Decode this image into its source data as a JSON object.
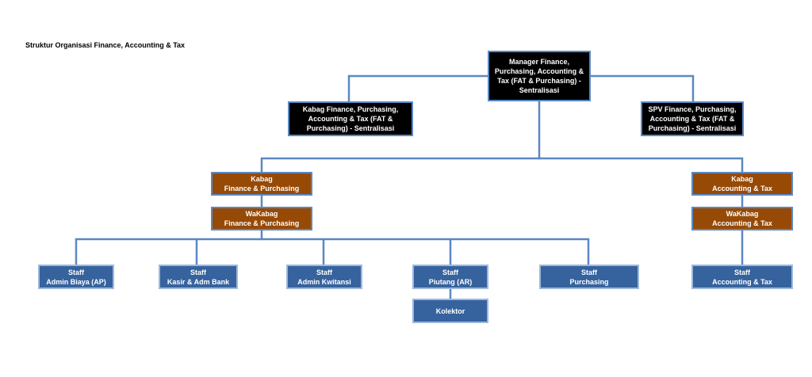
{
  "title": "Struktur Organisasi Finance, Accounting & Tax",
  "colors": {
    "connector": "#5b88c4",
    "executive": "#000000",
    "head": "#974a06",
    "staff": "#36639e"
  },
  "nodes": {
    "manager": [
      "Manager Finance,",
      "Purchasing, Accounting &",
      "Tax (FAT & Purchasing) -",
      "Sentralisasi"
    ],
    "kabag_fat": [
      "Kabag Finance, Purchasing,",
      "Accounting & Tax (FAT &",
      "Purchasing) - Sentralisasi"
    ],
    "spv_fat": [
      "SPV Finance, Purchasing,",
      "Accounting & Tax (FAT &",
      "Purchasing) - Sentralisasi"
    ],
    "kabag_fp": [
      "Kabag",
      "Finance & Purchasing"
    ],
    "wakabag_fp": [
      "WaKabag",
      "Finance & Purchasing"
    ],
    "kabag_at": [
      "Kabag",
      "Accounting & Tax"
    ],
    "wakabag_at": [
      "WaKabag",
      "Accounting & Tax"
    ],
    "staff_ap": [
      "Staff",
      "Admin Biaya (AP)"
    ],
    "staff_kasir": [
      "Staff",
      "Kasir & Adm Bank"
    ],
    "staff_kwitansi": [
      "Staff",
      "Admin Kwitansi"
    ],
    "staff_ar": [
      "Staff",
      "Piutang (AR)"
    ],
    "staff_purchasing": [
      "Staff",
      "Purchasing"
    ],
    "staff_at": [
      "Staff",
      "Accounting & Tax"
    ],
    "kolektor": [
      "Kolektor"
    ]
  }
}
